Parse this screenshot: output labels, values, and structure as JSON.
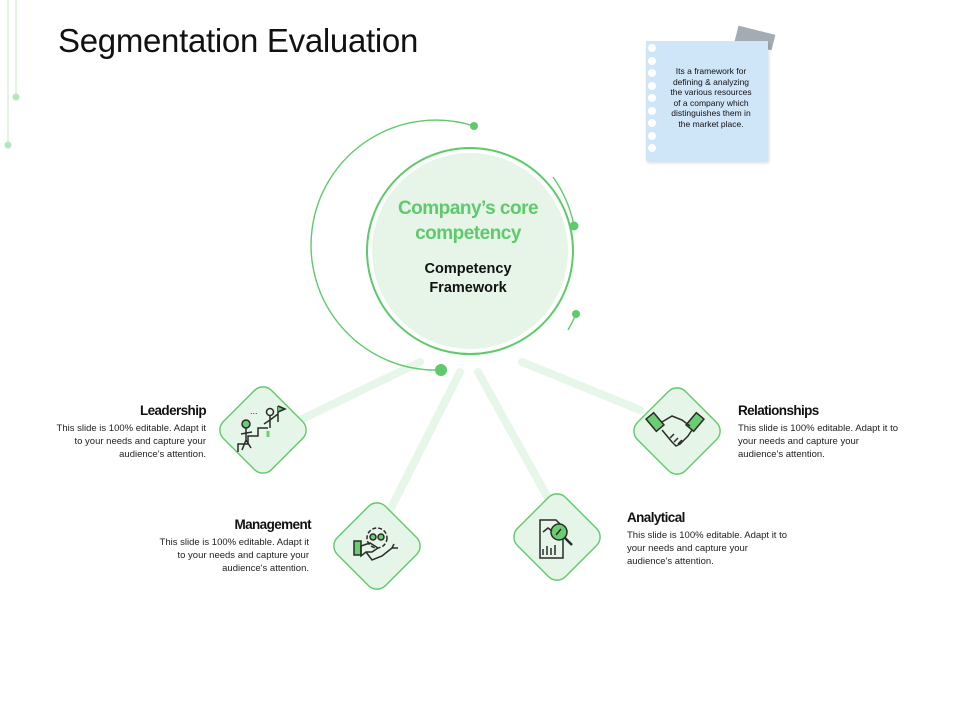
{
  "title": "Segmentation Evaluation",
  "core": {
    "title_line1": "Company’s core",
    "title_line2": "competency",
    "subtitle_line1": "Competency",
    "subtitle_line2": "Framework"
  },
  "note": {
    "lines": [
      "Its a framework for",
      "defining & analyzing",
      "the various resources",
      "of a company which",
      "distinguishes them in",
      "the market place."
    ]
  },
  "items": {
    "leadership": {
      "title": "Leadership",
      "desc_lines": [
        "This slide is 100% editable.  Adapt it",
        "to your needs and capture your",
        "audience's attention."
      ],
      "icon": "leadership-icon"
    },
    "management": {
      "title": "Management",
      "desc_lines": [
        "This slide is 100% editable.  Adapt it",
        "to your needs and capture your",
        "audience's attention."
      ],
      "icon": "management-handshake-gear-icon"
    },
    "analytical": {
      "title": "Analytical",
      "desc_lines": [
        "This slide is 100% editable.  Adapt it to",
        "your needs and capture your",
        "audience's attention."
      ],
      "icon": "analytics-report-magnifier-icon"
    },
    "relationships": {
      "title": "Relationships",
      "desc_lines": [
        "This slide is 100% editable.  Adapt it to",
        "your needs and capture your",
        "audience's attention."
      ],
      "icon": "handshake-icon"
    }
  },
  "colors": {
    "accent": "#5fca6b",
    "light_green": "#e4f5e6",
    "connector": "#e6f6e8",
    "note": "#cfe5f8"
  }
}
